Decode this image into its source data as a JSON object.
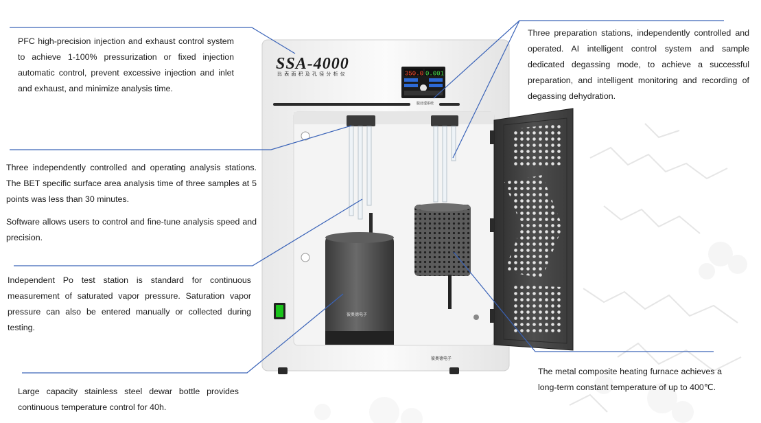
{
  "product": {
    "model": "SSA-4000",
    "subtitle": "比表面积及孔径分析仪",
    "panel_label": "脱处理系统",
    "brand": "彼奥德电子",
    "display_left": "350.0",
    "display_right": "0.001"
  },
  "annotations": {
    "pfc": "PFC high-precision injection and exhaust control system to achieve 1-100% pressurization or fixed injection automatic control, prevent excessive injection and inlet and exhaust, and minimize analysis time.",
    "stations": "Three independently controlled and operating analysis stations. The BET specific surface area analysis time of three samples at 5 points was less than 30 minutes.",
    "software": "Software allows users to control and fine-tune analysis speed and precision.",
    "po_station": "Independent Po test station is standard for continuous measurement of saturated vapor pressure. Saturation vapor pressure can also be entered manually or collected during testing.",
    "dewar": "Large capacity stainless steel dewar bottle provides continuous temperature control for 40h.",
    "prep": "Three preparation stations, independently controlled and operated. AI intelligent control system and sample dedicated degassing mode, to achieve a successful preparation, and intelligent monitoring and recording of degassing dehydration.",
    "furnace": "The metal composite heating furnace achieves a long-term constant temperature of up to 400℃."
  },
  "colors": {
    "leader_line": "#3a63b8",
    "cabinet": "#f2f2f2",
    "door": "#4a4a4a",
    "dewar": "#4d4d4d",
    "power_indicator": "#19c31a"
  }
}
